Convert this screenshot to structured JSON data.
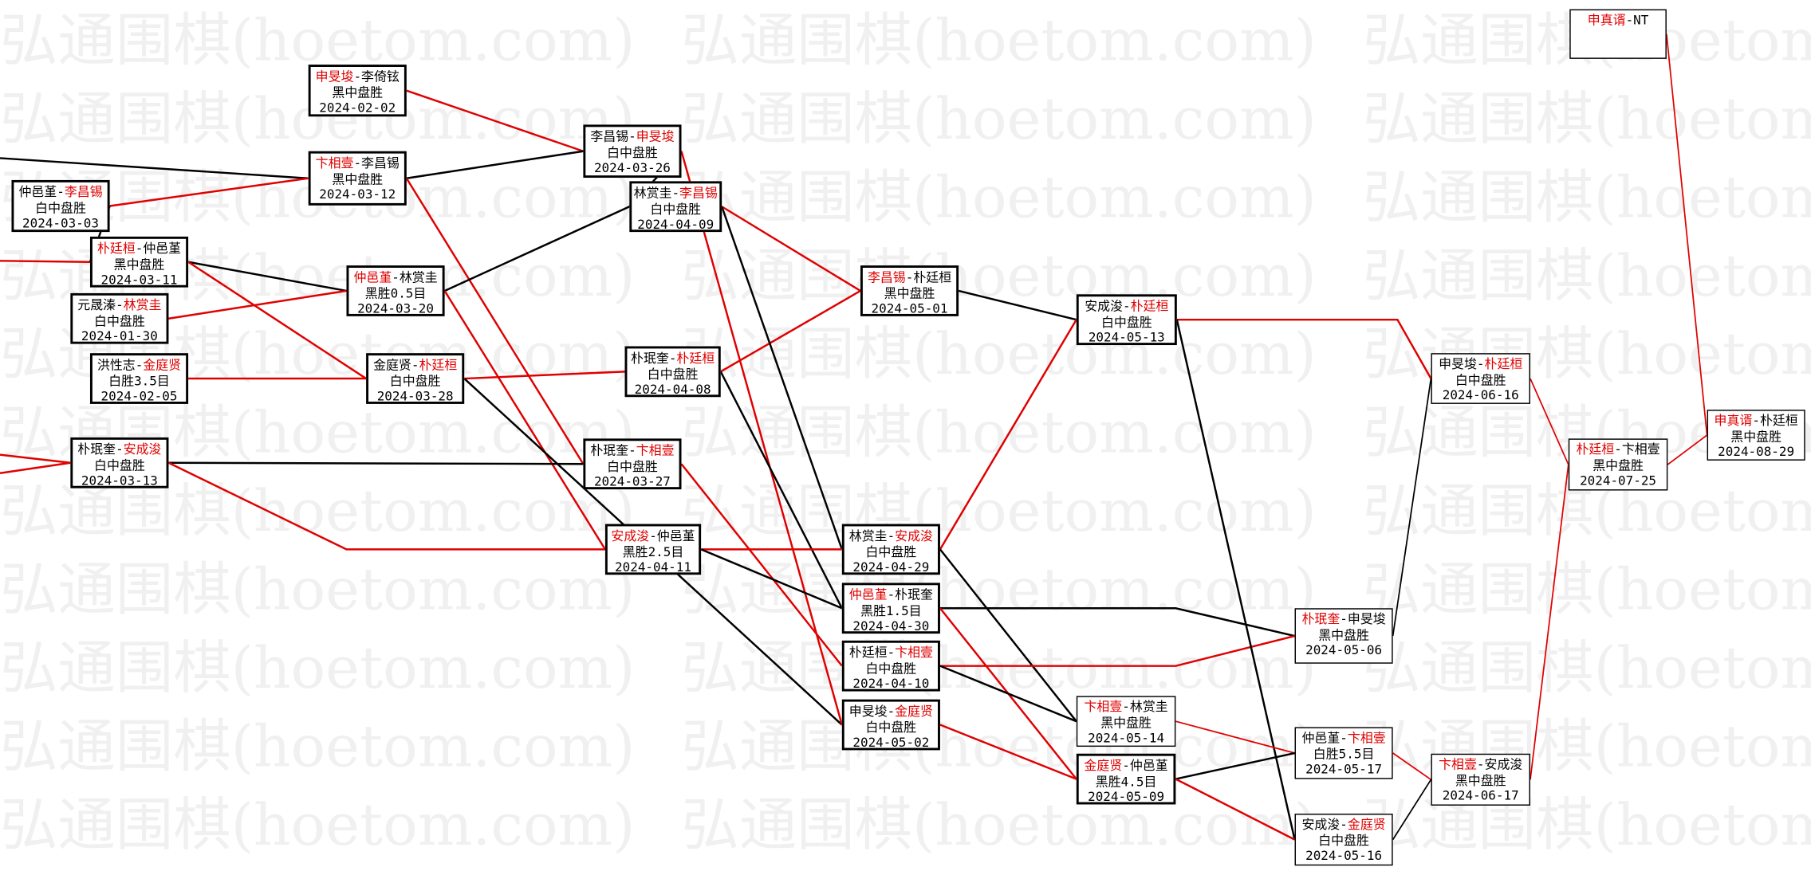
{
  "watermark": "弘通围棋(hoetom.com)",
  "colors": {
    "winner": "#e00000",
    "loser_line": "#000000",
    "winner_line": "#e00000"
  },
  "games": [
    {
      "black": "申旻埈",
      "white": "李倚铉",
      "winner": "black",
      "result": "黑中盘胜",
      "date": "2024-02-02"
    },
    {
      "black": "卞相壹",
      "white": "李昌锡",
      "winner": "black",
      "result": "黑中盘胜",
      "date": "2024-03-12"
    },
    {
      "black": "仲邑堇",
      "white": "李昌锡",
      "winner": "white",
      "result": "白中盘胜",
      "date": "2024-03-03"
    },
    {
      "black": "朴廷桓",
      "white": "仲邑堇",
      "winner": "black",
      "result": "黑中盘胜",
      "date": "2024-03-11"
    },
    {
      "black": "元晟溱",
      "white": "林赏圭",
      "winner": "white",
      "result": "白中盘胜",
      "date": "2024-01-30"
    },
    {
      "black": "洪性志",
      "white": "金庭贤",
      "winner": "white",
      "result": "白胜3.5目",
      "date": "2024-02-05"
    },
    {
      "black": "仲邑堇",
      "white": "林赏圭",
      "winner": "black",
      "result": "黑胜0.5目",
      "date": "2024-03-20"
    },
    {
      "black": "金庭贤",
      "white": "朴廷桓",
      "winner": "white",
      "result": "白中盘胜",
      "date": "2024-03-28"
    },
    {
      "black": "朴珉奎",
      "white": "安成浚",
      "winner": "white",
      "result": "白中盘胜",
      "date": "2024-03-13"
    },
    {
      "black": "李昌锡",
      "white": "申旻埈",
      "winner": "white",
      "result": "白中盘胜",
      "date": "2024-03-26"
    },
    {
      "black": "林赏圭",
      "white": "李昌锡",
      "winner": "white",
      "result": "白中盘胜",
      "date": "2024-04-09"
    },
    {
      "black": "朴珉奎",
      "white": "卞相壹",
      "winner": "white",
      "result": "白中盘胜",
      "date": "2024-03-27"
    },
    {
      "black": "朴珉奎",
      "white": "朴廷桓",
      "winner": "white",
      "result": "白中盘胜",
      "date": "2024-04-08"
    },
    {
      "black": "安成浚",
      "white": "仲邑堇",
      "winner": "black",
      "result": "黑胜2.5目",
      "date": "2024-04-11"
    },
    {
      "black": "李昌锡",
      "white": "朴廷桓",
      "winner": "black",
      "result": "黑中盘胜",
      "date": "2024-05-01"
    },
    {
      "black": "林赏圭",
      "white": "安成浚",
      "winner": "white",
      "result": "白中盘胜",
      "date": "2024-04-29"
    },
    {
      "black": "仲邑堇",
      "white": "朴珉奎",
      "winner": "black",
      "result": "黑胜1.5目",
      "date": "2024-04-30"
    },
    {
      "black": "朴廷桓",
      "white": "卞相壹",
      "winner": "white",
      "result": "白中盘胜",
      "date": "2024-04-10"
    },
    {
      "black": "申旻埈",
      "white": "金庭贤",
      "winner": "white",
      "result": "白中盘胜",
      "date": "2024-05-02"
    },
    {
      "black": "安成浚",
      "white": "朴廷桓",
      "winner": "white",
      "result": "白中盘胜",
      "date": "2024-05-13"
    },
    {
      "black": "卞相壹",
      "white": "林赏圭",
      "winner": "black",
      "result": "黑中盘胜",
      "date": "2024-05-14"
    },
    {
      "black": "金庭贤",
      "white": "仲邑堇",
      "winner": "black",
      "result": "黑胜4.5目",
      "date": "2024-05-09"
    },
    {
      "black": "朴珉奎",
      "white": "申旻埈",
      "winner": "black",
      "result": "黑中盘胜",
      "date": "2024-05-06"
    },
    {
      "black": "仲邑堇",
      "white": "卞相壹",
      "winner": "white",
      "result": "白胜5.5目",
      "date": "2024-05-17"
    },
    {
      "black": "安成浚",
      "white": "金庭贤",
      "winner": "white",
      "result": "白中盘胜",
      "date": "2024-05-16"
    },
    {
      "black": "申旻埈",
      "white": "朴廷桓",
      "winner": "white",
      "result": "白中盘胜",
      "date": "2024-06-16"
    },
    {
      "black": "卞相壹",
      "white": "安成浚",
      "winner": "black",
      "result": "黑中盘胜",
      "date": "2024-06-17"
    },
    {
      "black": "朴廷桓",
      "white": "卞相壹",
      "winner": "black",
      "result": "黑中盘胜",
      "date": "2024-07-25"
    },
    {
      "black": "申真谞",
      "white": "朴廷桓",
      "winner": "black",
      "result": "黑中盘胜",
      "date": "2024-08-29"
    },
    {
      "black": "申真谞",
      "white": "NT",
      "winner": "black",
      "result": "",
      "date": ""
    }
  ]
}
